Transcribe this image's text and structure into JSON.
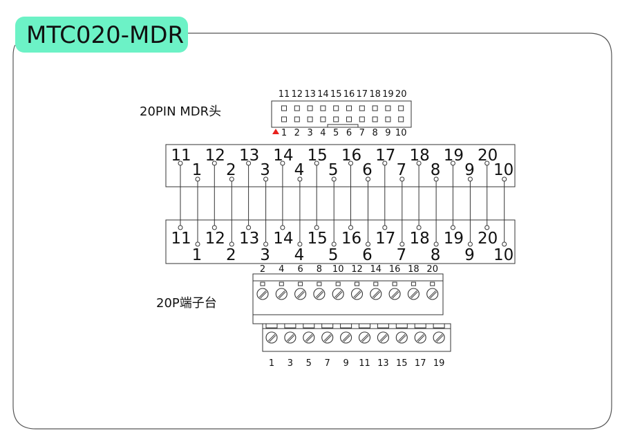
{
  "title": "MTC020-MDR",
  "mdr_header": {
    "label": "20PIN  MDR头",
    "top_numbers": [
      "11",
      "12",
      "13",
      "14",
      "15",
      "16",
      "17",
      "18",
      "19",
      "20"
    ],
    "bottom_numbers": [
      "1",
      "2",
      "3",
      "4",
      "5",
      "6",
      "7",
      "8",
      "9",
      "10"
    ]
  },
  "board": {
    "top_row_pins": [
      "11",
      "12",
      "13",
      "14",
      "15",
      "16",
      "17",
      "18",
      "19",
      "20"
    ],
    "bottom_row_pins": [
      "1",
      "2",
      "3",
      "4",
      "5",
      "6",
      "7",
      "8",
      "9",
      "10"
    ]
  },
  "terminal_block": {
    "label": "20P端子台",
    "upper_numbers": [
      "2",
      "4",
      "6",
      "8",
      "10",
      "12",
      "14",
      "16",
      "18",
      "20"
    ],
    "lower_numbers": [
      "1",
      "3",
      "5",
      "7",
      "9",
      "11",
      "13",
      "15",
      "17",
      "19"
    ]
  },
  "colors": {
    "title_pill": "#6cf2c6",
    "pin1_marker": "#e8211d"
  }
}
